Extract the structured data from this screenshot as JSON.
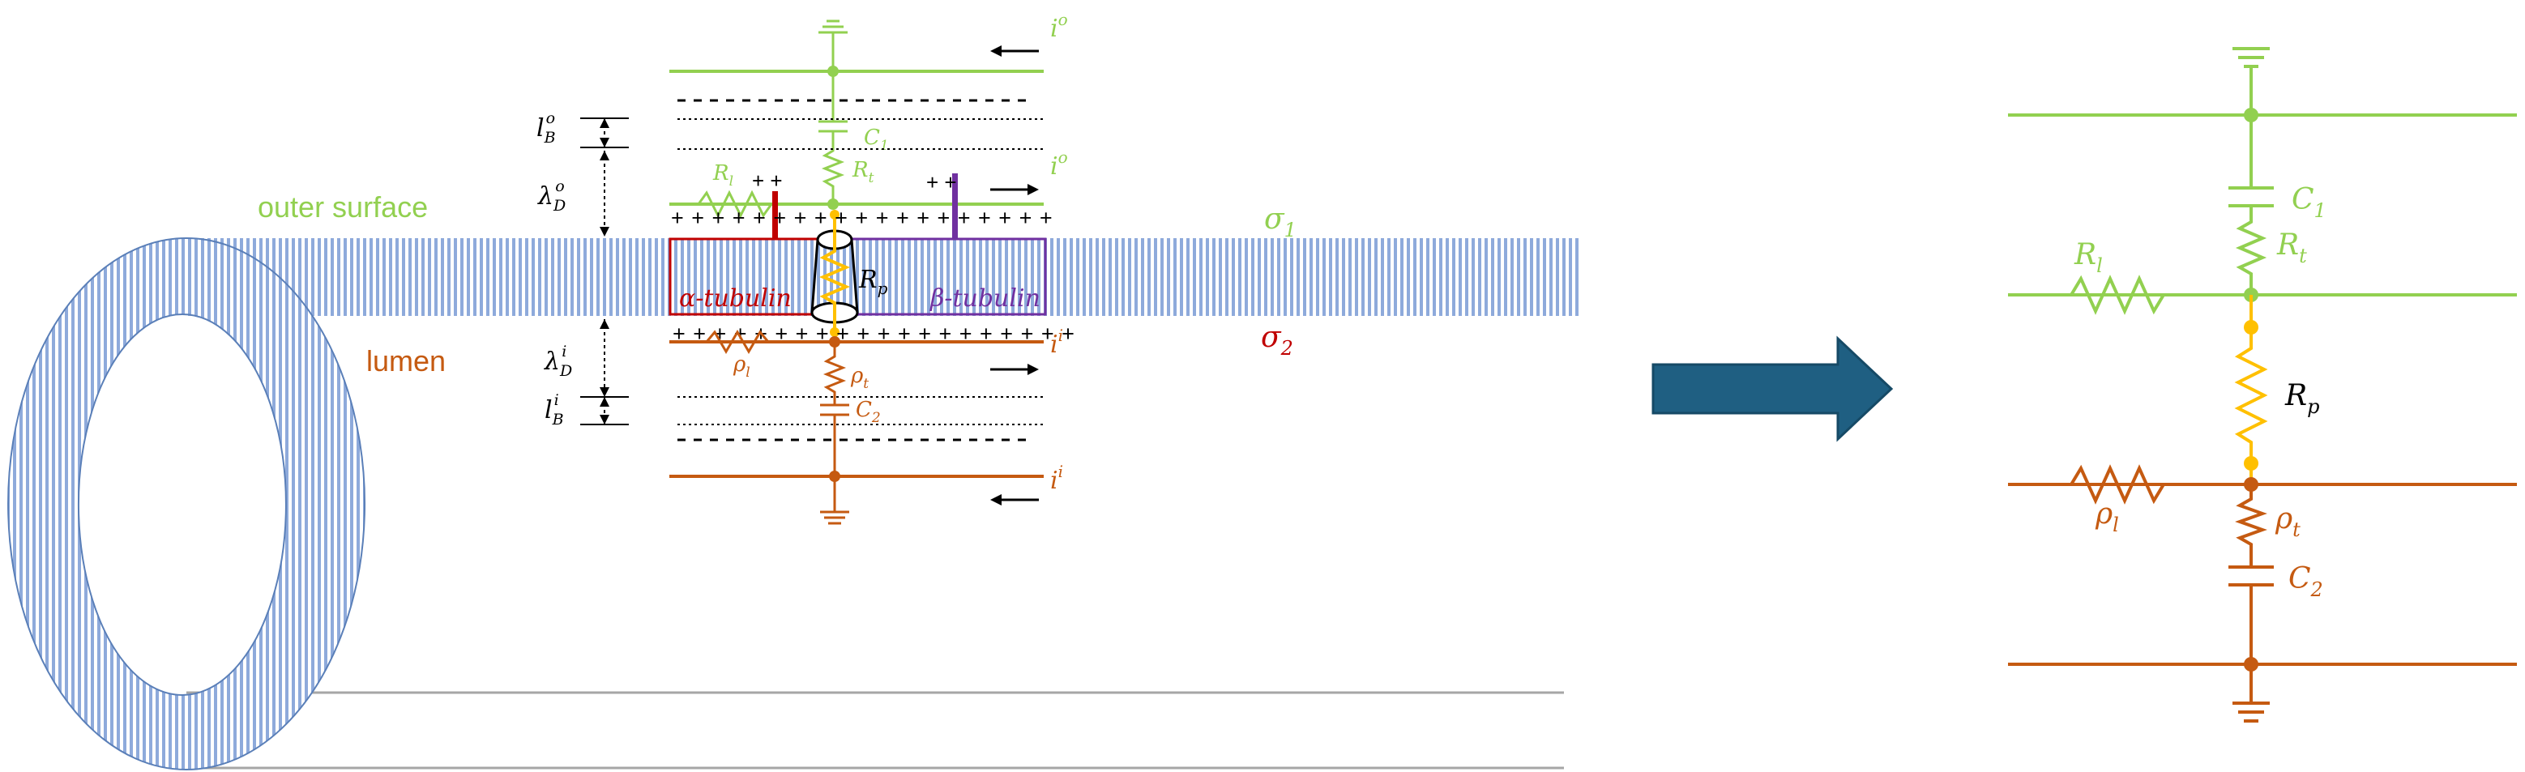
{
  "colors": {
    "outer": "#92d050",
    "inner": "#c55a11",
    "rp": "#ffc000",
    "alpha": "#c00000",
    "beta": "#7030a0",
    "stripe": "#8eaadb",
    "arrow": "#1f5f82",
    "dash": "#000000"
  },
  "left_diagram": {
    "outer_surface": "outer surface",
    "lumen": "lumen",
    "alpha_tubulin": "α-tubulin",
    "beta_tubulin": "β-tubulin",
    "io_top": "i",
    "io_top_sup": "o",
    "io_mid": "i",
    "io_mid_sup": "o",
    "ii_mid": "i",
    "ii_mid_sup": "i",
    "ii_bot": "i",
    "ii_bot_sup": "i",
    "sigma1": "σ",
    "sigma1_sub": "1",
    "sigma2": "σ",
    "sigma2_sub": "2",
    "C1": "C",
    "C1_sub": "1",
    "Rt": "R",
    "Rt_sub": "t",
    "Rl": "R",
    "Rl_sub": "l",
    "Rp": "R",
    "Rp_sub": "p",
    "rho_l": "ρ",
    "rho_l_sub": "l",
    "rho_t": "ρ",
    "rho_t_sub": "t",
    "C2": "C",
    "C2_sub": "2",
    "lBo": "l",
    "lBo_sub": "B",
    "lBo_sup": "o",
    "lambdaDo": "λ",
    "lambdaDo_sub": "D",
    "lambdaDo_sup": "o",
    "lambdaDi": "λ",
    "lambdaDi_sub": "D",
    "lambdaDi_sup": "i",
    "lBi": "l",
    "lBi_sub": "B",
    "lBi_sup": "i",
    "plus_row_top": "+ + + + + + + + + + + + + + + + + + +",
    "plus_row_bottom": "+ + + + + + + + + + + + + + + + + + + +"
  },
  "right_circuit": {
    "C1": "C",
    "C1_sub": "1",
    "Rt": "R",
    "Rt_sub": "t",
    "Rl": "R",
    "Rl_sub": "l",
    "Rp": "R",
    "Rp_sub": "p",
    "rho_l": "ρ",
    "rho_l_sub": "l",
    "rho_t": "ρ",
    "rho_t_sub": "t",
    "C2": "C",
    "C2_sub": "2"
  }
}
